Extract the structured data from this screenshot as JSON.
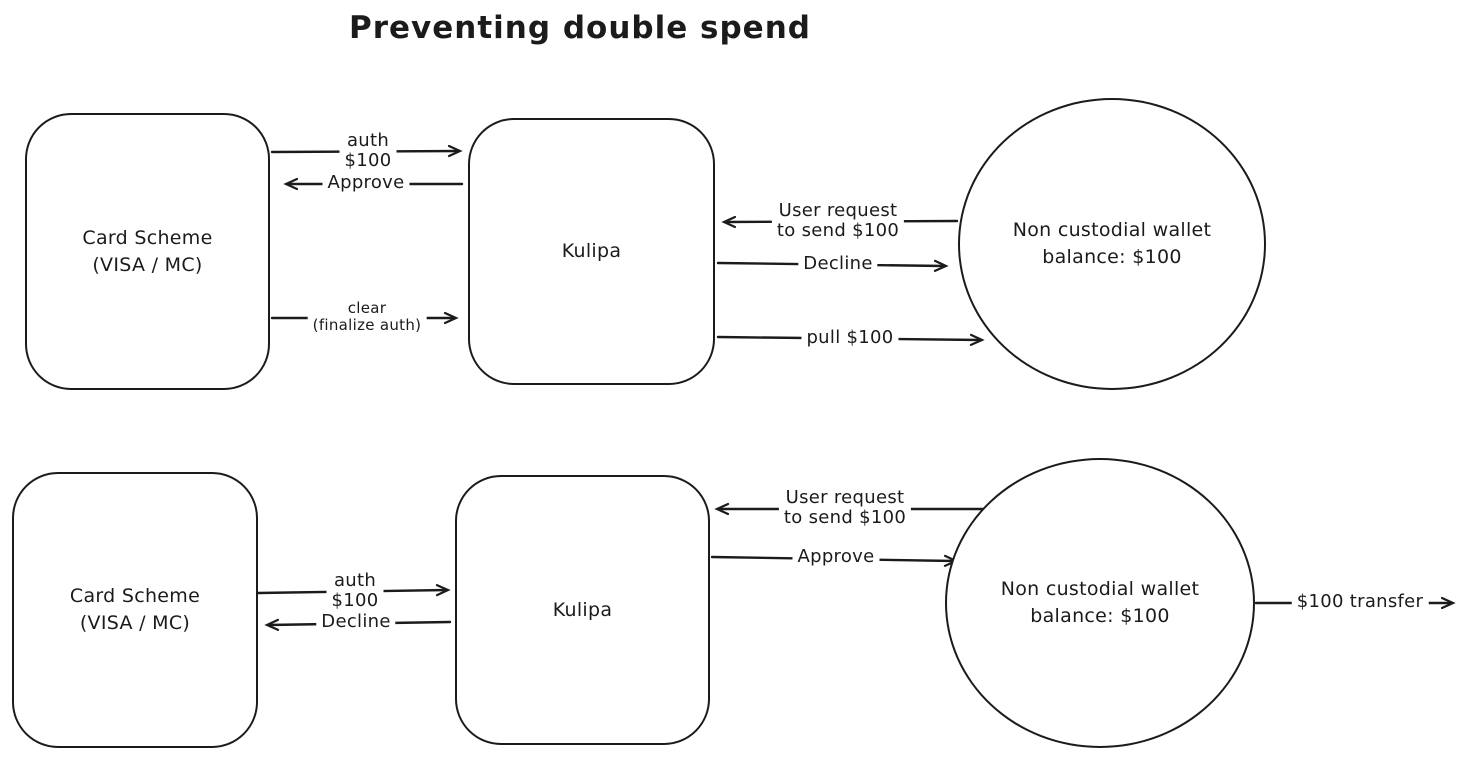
{
  "title": "Preventing double spend",
  "colors": {
    "stroke": "#1b1b1b",
    "background": "#ffffff"
  },
  "nodes": {
    "card_scheme_top": {
      "line1": "Card Scheme",
      "line2": "(VISA / MC)"
    },
    "kulipa_top": {
      "label": "Kulipa"
    },
    "wallet_top": {
      "line1": "Non custodial wallet",
      "line2": "balance: $100"
    },
    "card_scheme_bottom": {
      "line1": "Card Scheme",
      "line2": "(VISA / MC)"
    },
    "kulipa_bottom": {
      "label": "Kulipa"
    },
    "wallet_bottom": {
      "line1": "Non custodial wallet",
      "line2": "balance: $100"
    }
  },
  "arrows": {
    "auth_top": {
      "line1": "auth",
      "line2": "$100",
      "direction": "right",
      "from": "card_scheme_top",
      "to": "kulipa_top"
    },
    "approve_top": {
      "label": "Approve",
      "direction": "left",
      "from": "kulipa_top",
      "to": "card_scheme_top"
    },
    "clear_top": {
      "line1": "clear",
      "line2": "(finalize auth)",
      "direction": "right",
      "from": "card_scheme_top",
      "to": "kulipa_top"
    },
    "user_request_top": {
      "line1": "User request",
      "line2": "to send $100",
      "direction": "left",
      "from": "wallet_top",
      "to": "kulipa_top"
    },
    "decline_top": {
      "label": "Decline",
      "direction": "right",
      "from": "kulipa_top",
      "to": "wallet_top"
    },
    "pull_top": {
      "label": "pull $100",
      "direction": "right",
      "from": "kulipa_top",
      "to": "wallet_top"
    },
    "user_request_bottom": {
      "line1": "User request",
      "line2": "to send $100",
      "direction": "left",
      "from": "wallet_bottom",
      "to": "kulipa_bottom"
    },
    "approve_bottom": {
      "label": "Approve",
      "direction": "right",
      "from": "kulipa_bottom",
      "to": "wallet_bottom"
    },
    "auth_bottom": {
      "line1": "auth",
      "line2": "$100",
      "direction": "right",
      "from": "card_scheme_bottom",
      "to": "kulipa_bottom"
    },
    "decline_bottom": {
      "label": "Decline",
      "direction": "left",
      "from": "kulipa_bottom",
      "to": "card_scheme_bottom"
    },
    "transfer_bottom": {
      "label": "$100 transfer",
      "direction": "right",
      "from": "wallet_bottom",
      "to": "out"
    }
  }
}
